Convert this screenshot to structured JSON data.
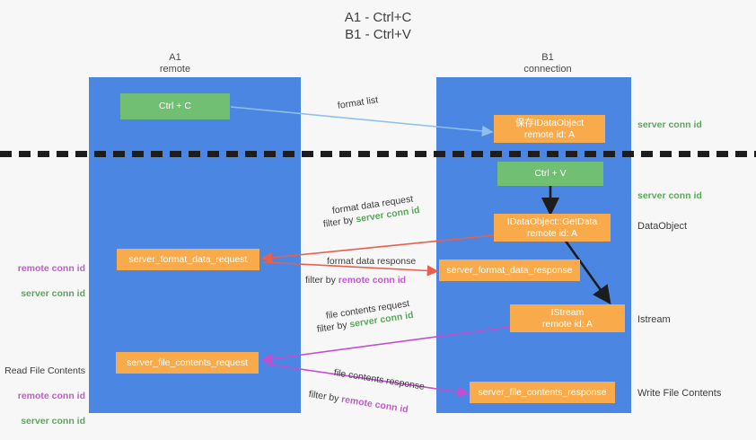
{
  "title": "A1 - Ctrl+C\nB1 - Ctrl+V",
  "columns": [
    {
      "id": "a1",
      "label": "A1\nremote"
    },
    {
      "id": "b1",
      "label": "B1\nconnection"
    }
  ],
  "nodes": [
    {
      "id": "ctrl-c",
      "label": "Ctrl + C",
      "color": "green"
    },
    {
      "id": "save-idataobject",
      "label": "保存IDataObject\nremote id: A",
      "color": "orange"
    },
    {
      "id": "ctrl-v",
      "label": "Ctrl + V",
      "color": "green"
    },
    {
      "id": "idataobject-getdata",
      "label": "IDataObject::GetData\nremote id: A",
      "color": "orange"
    },
    {
      "id": "server-format-data-request",
      "label": "server_format_data_request",
      "color": "orange"
    },
    {
      "id": "server-format-data-response",
      "label": "server_format_data_response",
      "color": "orange"
    },
    {
      "id": "istream",
      "label": "IStream\nremote id: A",
      "color": "orange"
    },
    {
      "id": "server-file-contents-request",
      "label": "server_file_contents_request",
      "color": "orange"
    },
    {
      "id": "server-file-contents-response",
      "label": "server_file_contents_response",
      "color": "orange"
    }
  ],
  "edge_labels": {
    "format_list": "format list",
    "format_data_request": "format data request",
    "format_data_response": "format data response",
    "file_contents_request": "file contents request",
    "file_contents_response": "file contents response",
    "filter_by": "filter by"
  },
  "conn_ids": {
    "server": "server conn id",
    "remote": "remote conn id"
  },
  "right_labels": [
    {
      "id": "server-conn-id-top",
      "text": "server conn id",
      "kind": "server"
    },
    {
      "id": "server-conn-id-mid",
      "text": "server conn id",
      "kind": "server"
    },
    {
      "id": "dataobject",
      "text": "DataObject",
      "kind": "plain"
    },
    {
      "id": "istream-label",
      "text": "Istream",
      "kind": "plain"
    },
    {
      "id": "write-file-contents",
      "text": "Write File Contents",
      "kind": "plain"
    }
  ],
  "left_labels": [
    {
      "id": "format-conn-pair",
      "remote": "remote conn id",
      "server": "server conn id"
    },
    {
      "id": "read-file-contents",
      "heading": "Read File Contents",
      "remote": "remote conn id",
      "server": "server conn id"
    }
  ],
  "colors": {
    "lane": "#4a86e2",
    "orange": "#f9ab4b",
    "green": "#71bf73",
    "server_conn": "#5aa85c",
    "remote_conn": "#c05ccb",
    "arrow_lightblue": "#8fc0ec",
    "arrow_red": "#e8604c",
    "arrow_purple": "#c24fd0",
    "arrow_black": "#1d1d1d",
    "background": "#f7f7f7"
  }
}
